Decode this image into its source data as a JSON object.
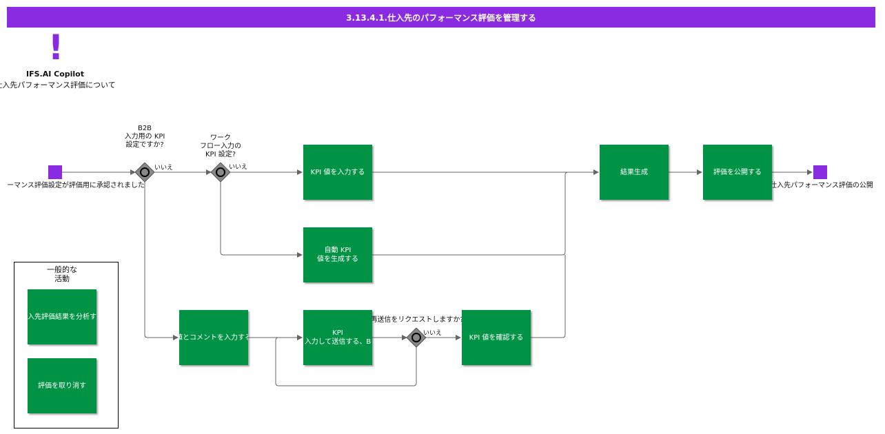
{
  "header": {
    "title": "3.13.4.1.仕入先のパフォーマンス評価を管理する"
  },
  "copilot": {
    "title": "IFS.AI Copilot",
    "subtitle": "仕入先パフォーマンス評価について"
  },
  "events": {
    "start_label": "ーマンス評価設定が評価用に承認されました",
    "end_label": "仕入先パフォーマンス評価の公開"
  },
  "gateways": {
    "b2b": {
      "question": "B2B\n入力用の KPI\n設定ですか?",
      "no_label": "いいえ"
    },
    "workflow": {
      "question": "ワーク\nフロー入力の\nKPI 設定?",
      "no_label": "いいえ"
    },
    "resend": {
      "question": "再送信をリクエストしますか?",
      "no_label": "いいえ"
    }
  },
  "tasks": {
    "enter_kpi": "KPI 値を入力する",
    "auto_kpi": "自動 KPI\n値を生成する",
    "result_gen": "結果生成",
    "publish": "評価を公開する",
    "enter_comment": "値とコメントを入力する",
    "kpi_send": "KPI\n入力して送信する、B",
    "confirm_kpi": "KPI 値を確認する"
  },
  "legend": {
    "title": "一般的な\n活動",
    "analyze": "仕入先評価結果を分析する",
    "cancel": "評価を取り消す"
  },
  "colors": {
    "header": "#8a2be2",
    "task": "#009245",
    "event": "#8a2be2",
    "gateway": "#888888",
    "connector": "#666666"
  }
}
